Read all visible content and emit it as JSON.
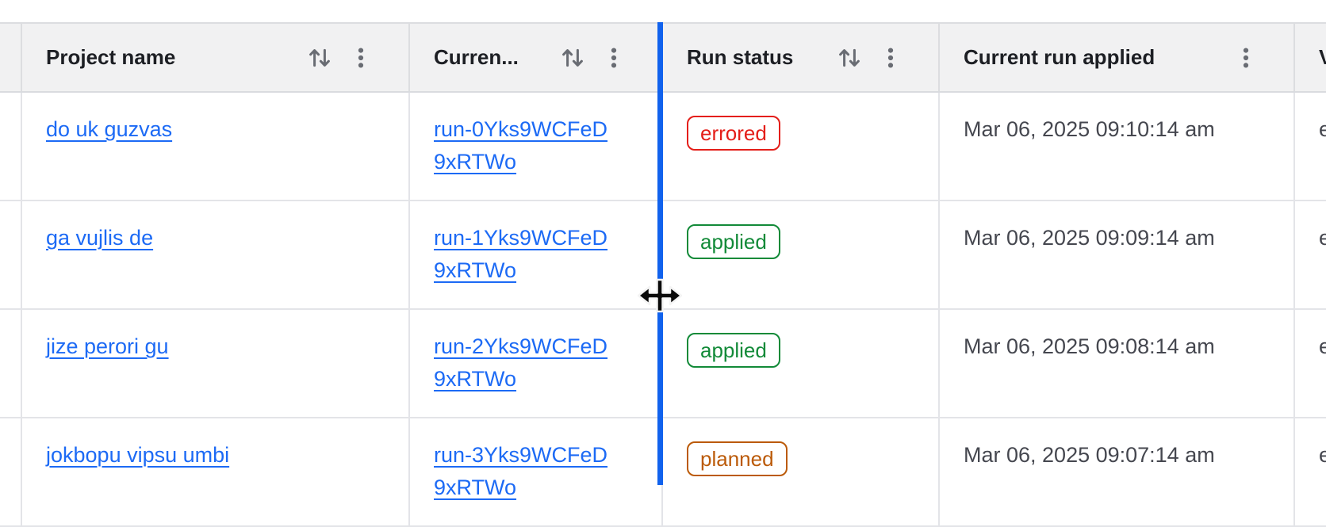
{
  "table": {
    "columns": [
      {
        "id": "leading",
        "label": "",
        "has_sort": false,
        "has_menu": false
      },
      {
        "id": "project",
        "label": "Project name",
        "has_sort": true,
        "has_menu": true
      },
      {
        "id": "current_run",
        "label": "Curren...",
        "has_sort": true,
        "has_menu": true
      },
      {
        "id": "run_status",
        "label": "Run status",
        "has_sort": true,
        "has_menu": true
      },
      {
        "id": "run_applied",
        "label": "Current run applied",
        "has_sort": false,
        "has_menu": true
      },
      {
        "id": "v_clipped",
        "label": "V",
        "has_sort": false,
        "has_menu": false
      }
    ],
    "rows": [
      {
        "project": "do uk guzvas",
        "run_id": "run-0Yks9WCFeD9xRTWo",
        "run_status": "errored",
        "status_variant": "critical",
        "applied_at": "Mar 06, 2025 09:10:14 am",
        "extra": "e"
      },
      {
        "project": "ga vujlis de",
        "run_id": "run-1Yks9WCFeD9xRTWo",
        "run_status": "applied",
        "status_variant": "success",
        "applied_at": "Mar 06, 2025 09:09:14 am",
        "extra": "e"
      },
      {
        "project": "jize perori gu",
        "run_id": "run-2Yks9WCFeD9xRTWo",
        "run_status": "applied",
        "status_variant": "success",
        "applied_at": "Mar 06, 2025 09:08:14 am",
        "extra": "e"
      },
      {
        "project": "jokbopu vipsu umbi",
        "run_id": "run-3Yks9WCFeD9xRTWo",
        "run_status": "planned",
        "status_variant": "warning",
        "applied_at": "Mar 06, 2025 09:07:14 am",
        "extra": "e"
      }
    ]
  },
  "resize_indicator": {
    "state": "dragging-column-current-run",
    "color": "#1162ed"
  },
  "icons": {
    "sort": "swap-vertical-arrows",
    "column_menu": "kebab-vertical-dots",
    "cursor": "col-resize-cursor"
  },
  "colors": {
    "header_bg": "#f1f1f2",
    "border": "#e3e4e8",
    "link": "#1c6af5",
    "critical": "#e41e19",
    "success": "#128a38",
    "warning": "#bb5a08",
    "resize_line": "#1162ed"
  }
}
